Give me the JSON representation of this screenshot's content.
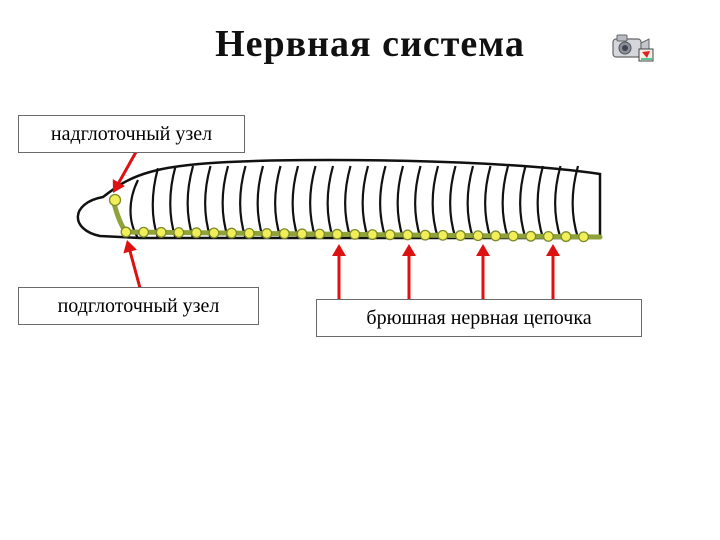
{
  "title": "Нервная система",
  "labels": {
    "supraesophageal": "надглоточный узел",
    "subesophageal": "подглоточный узел",
    "ventral_chain": "брюшная нервная цепочка"
  },
  "icons": {
    "nav": "camera-icon"
  },
  "colors": {
    "nerve_cord": "#8fa33a",
    "ganglion_fill": "#f2ee5a",
    "ganglion_stroke": "#7c8a2a",
    "pointer_arrow": "#dd1111",
    "worm_outline": "#111111"
  }
}
